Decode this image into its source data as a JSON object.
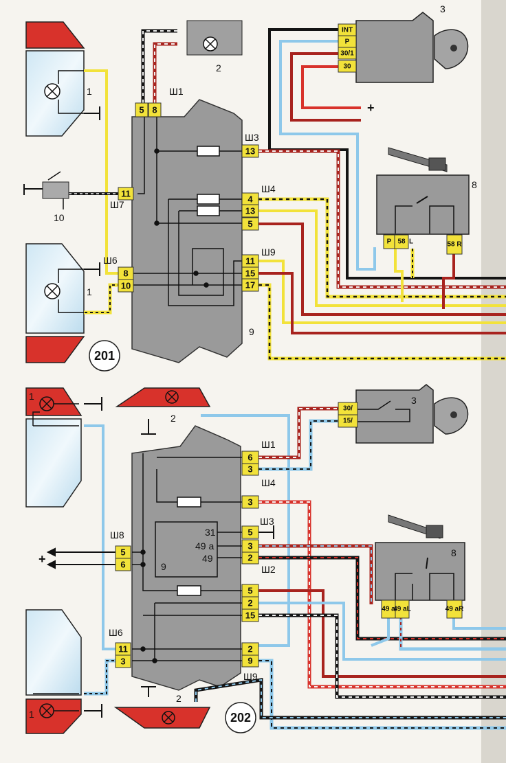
{
  "figures": [
    {
      "badge": "201",
      "callouts": [
        "1",
        "2",
        "3",
        "8",
        "9",
        "10",
        "1"
      ],
      "connectors": [
        "Ш1",
        "Ш3",
        "Ш4",
        "Ш9",
        "Ш7",
        "Ш6"
      ],
      "ignition_pins": [
        "INT",
        "P",
        "30/1",
        "30"
      ],
      "relay_pins": [
        "P",
        "58",
        "L",
        "58\nR"
      ],
      "plus_sign": "+",
      "unit_pins_left": [
        "5",
        "8",
        "11",
        "8",
        "10"
      ],
      "unit_pins_right": [
        "13",
        "4",
        "13",
        "5",
        "11",
        "15",
        "17"
      ]
    },
    {
      "badge": "202",
      "callouts": [
        "1",
        "2",
        "3",
        "8",
        "9",
        "2",
        "1"
      ],
      "connectors": [
        "Ш1",
        "Ш4",
        "Ш3",
        "Ш2",
        "Ш9",
        "Ш8",
        "Ш6"
      ],
      "ignition_pins": [
        "30/",
        "15/"
      ],
      "relay_pins": [
        "49\na",
        "49\naL",
        "49\naR"
      ],
      "plus_sign": "+",
      "unit_pins_left": [
        "5",
        "6",
        "11",
        "3"
      ],
      "unit_pins_right": [
        "6",
        "3",
        "3",
        "5",
        "3",
        "2",
        "5",
        "2",
        "15",
        "2",
        "9"
      ],
      "module_terminals": [
        "31",
        "49 a",
        "49"
      ]
    }
  ],
  "colors": {
    "yellow": "#f2e23a",
    "red": "#a8231e",
    "black": "#141414",
    "blue": "#8ec8ea",
    "lamp_red": "#d8322b",
    "lens": "#dceef7",
    "unit_gray": "#9a9a9a"
  }
}
